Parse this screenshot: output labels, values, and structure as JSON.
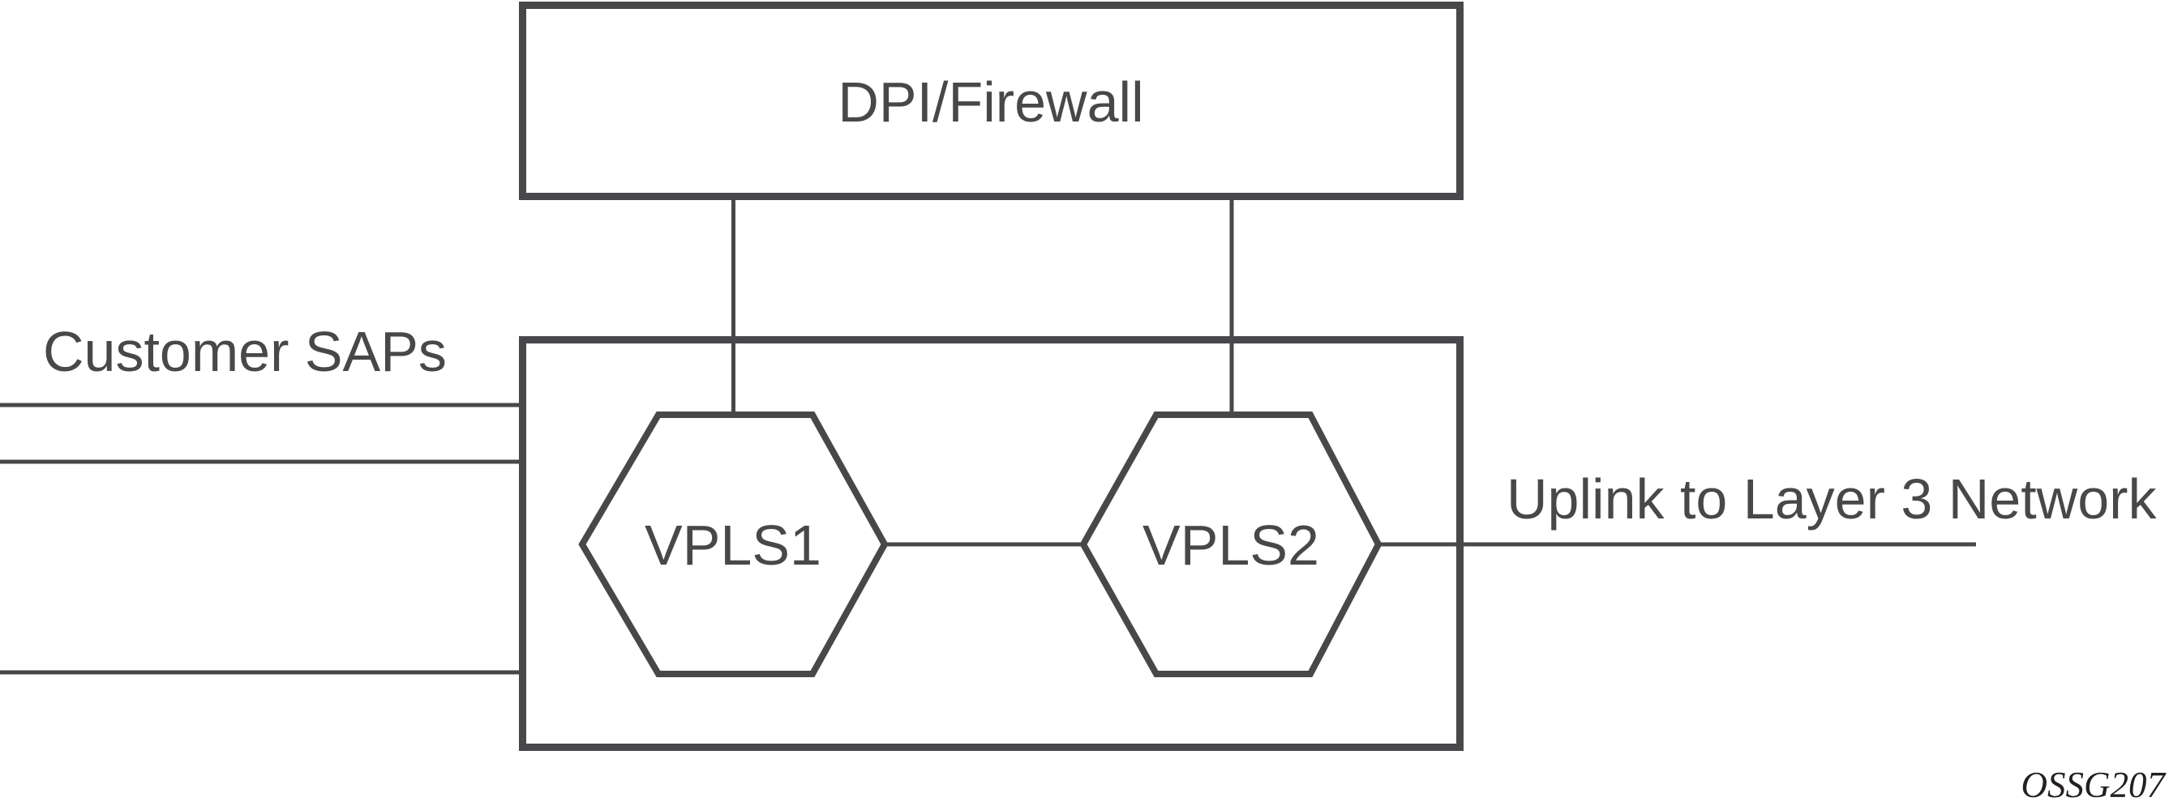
{
  "diagram": {
    "background": "#ffffff",
    "stroke_color": "#48484a",
    "text_color": "#48484a",
    "footnote_color": "#231f20",
    "dpi_box": {
      "label": "DPI/Firewall"
    },
    "service_box": {
      "nodes": [
        {
          "label": "VPLS1",
          "shape": "hexagon"
        },
        {
          "label": "VPLS2",
          "shape": "hexagon"
        }
      ]
    },
    "labels": {
      "customer_saps": "Customer SAPs",
      "uplink": "Uplink to Layer 3 Network",
      "figure_code": "OSSG207"
    }
  }
}
